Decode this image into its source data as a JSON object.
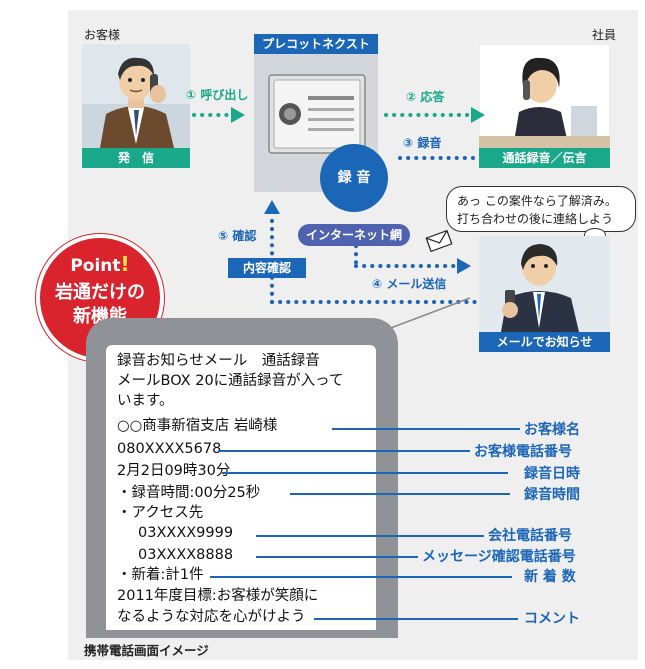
{
  "labels": {
    "customer": "お客様",
    "employee": "社員",
    "caller_tag": "発　信",
    "system_name": "プレコットネクスト",
    "rec_tag": "通話録音／伝言",
    "rec_circle": "録 音",
    "internet": "インターネット網",
    "content_check": "内容確認",
    "mail_notify": "メールでお知らせ"
  },
  "steps": {
    "s1": "① 呼び出し",
    "s2": "② 応答",
    "s3": "③ 録音",
    "s4": "④ メール送信",
    "s5": "⑤ 確認"
  },
  "speech": {
    "line1": "あっ この案件なら了解済み。",
    "line2": "打ち合わせの後に連絡しよう"
  },
  "point": {
    "word": "Point",
    "mark": "!",
    "line1": "岩通だけの",
    "line2": "新機能"
  },
  "message": {
    "l1": "録音お知らせメール　通話録音",
    "l2": "メールBOX 20に通話録音が入って",
    "l3": "います。",
    "l4": "○○商事新宿支店 岩崎様",
    "l5": "080XXXX5678",
    "l6": "2月2日09時30分",
    "l7": "・録音時間:00分25秒",
    "l8": "・アクセス先",
    "l9": "03XXXX9999",
    "l10": "03XXXX8888",
    "l11": "・新着:計1件",
    "l12": "2011年度目標:お客様が笑顔に",
    "l13": "なるような対応を心がけよう"
  },
  "fields": {
    "f1": "お客様名",
    "f2": "お客様電話番号",
    "f3": "録音日時",
    "f4": "録音時間",
    "f5": "会社電話番号",
    "f6": "メッセージ確認電話番号",
    "f7": "新 着 数",
    "f8": "コメント"
  },
  "caption": "携帯電話画面イメージ",
  "colors": {
    "green": "#1aa88a",
    "blue": "#1c66b7",
    "red": "#d9232d",
    "frame": "#efefef",
    "phone": "#8f9296"
  }
}
